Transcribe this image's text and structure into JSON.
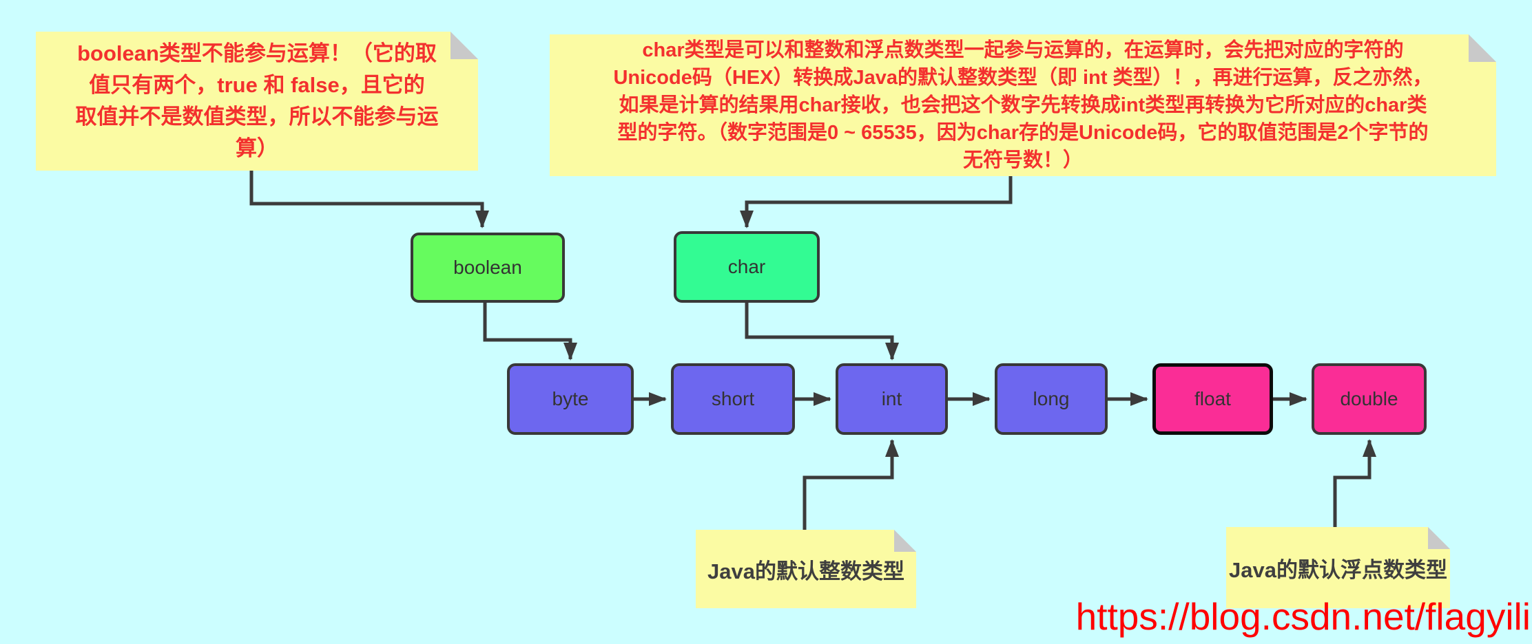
{
  "title": "Java primitive type conversion diagram",
  "background_color": "#ccfeff",
  "notes": {
    "boolean_note": {
      "text": "boolean类型不能参与运算！（它的取\n值只有两个，true 和 false，且它的\n取值并不是数值类型，所以不能参与运\n算）",
      "text_color": "#f3302e",
      "background": "#fbfba3"
    },
    "char_note": {
      "text": "char类型是可以和整数和浮点数类型一起参与运算的，在运算时，会先把对应的字符的\nUnicode码（HEX）转换成Java的默认整数类型（即 int 类型）！，再进行运算，反之亦然，\n如果是计算的结果用char接收，也会把这个数字先转换成int类型再转换为它所对应的char类\n型的字符。（数字范围是0 ~ 65535，因为char存的是Unicode码，它的取值范围是2个字节的\n无符号数！）",
      "text_color": "#f3302e",
      "background": "#fbfba3"
    },
    "int_note": {
      "text": "Java的默认整数类型",
      "text_color": "#3f3f3f",
      "background": "#fbfba3"
    },
    "float_note": {
      "text": "Java的默认浮点数类型",
      "text_color": "#3f3f3f",
      "background": "#fbfba3"
    }
  },
  "type_boxes": [
    {
      "id": "boolean",
      "label": "boolean",
      "fill": "#66fb5e"
    },
    {
      "id": "char",
      "label": "char",
      "fill": "#33fb93"
    },
    {
      "id": "byte",
      "label": "byte",
      "fill": "#6d67ef"
    },
    {
      "id": "short",
      "label": "short",
      "fill": "#6d67ef"
    },
    {
      "id": "int",
      "label": "int",
      "fill": "#6d67ef"
    },
    {
      "id": "long",
      "label": "long",
      "fill": "#6d67ef"
    },
    {
      "id": "float",
      "label": "float",
      "fill": "#fa2d96"
    },
    {
      "id": "double",
      "label": "double",
      "fill": "#fa2d96"
    }
  ],
  "connectors": [
    {
      "from": "boolean-note",
      "to": "boolean"
    },
    {
      "from": "char-note",
      "to": "char"
    },
    {
      "from": "boolean",
      "to": "byte"
    },
    {
      "from": "char",
      "to": "int"
    },
    {
      "from": "byte",
      "to": "short"
    },
    {
      "from": "short",
      "to": "int"
    },
    {
      "from": "int",
      "to": "long"
    },
    {
      "from": "long",
      "to": "float"
    },
    {
      "from": "float",
      "to": "double"
    },
    {
      "from": "int-note",
      "to": "int"
    },
    {
      "from": "float-note",
      "to": "double"
    }
  ],
  "connector_color": "#3b3b3b",
  "watermark": {
    "text": "https://blog.csdn.net/flagyili",
    "color": "#ff0000"
  }
}
